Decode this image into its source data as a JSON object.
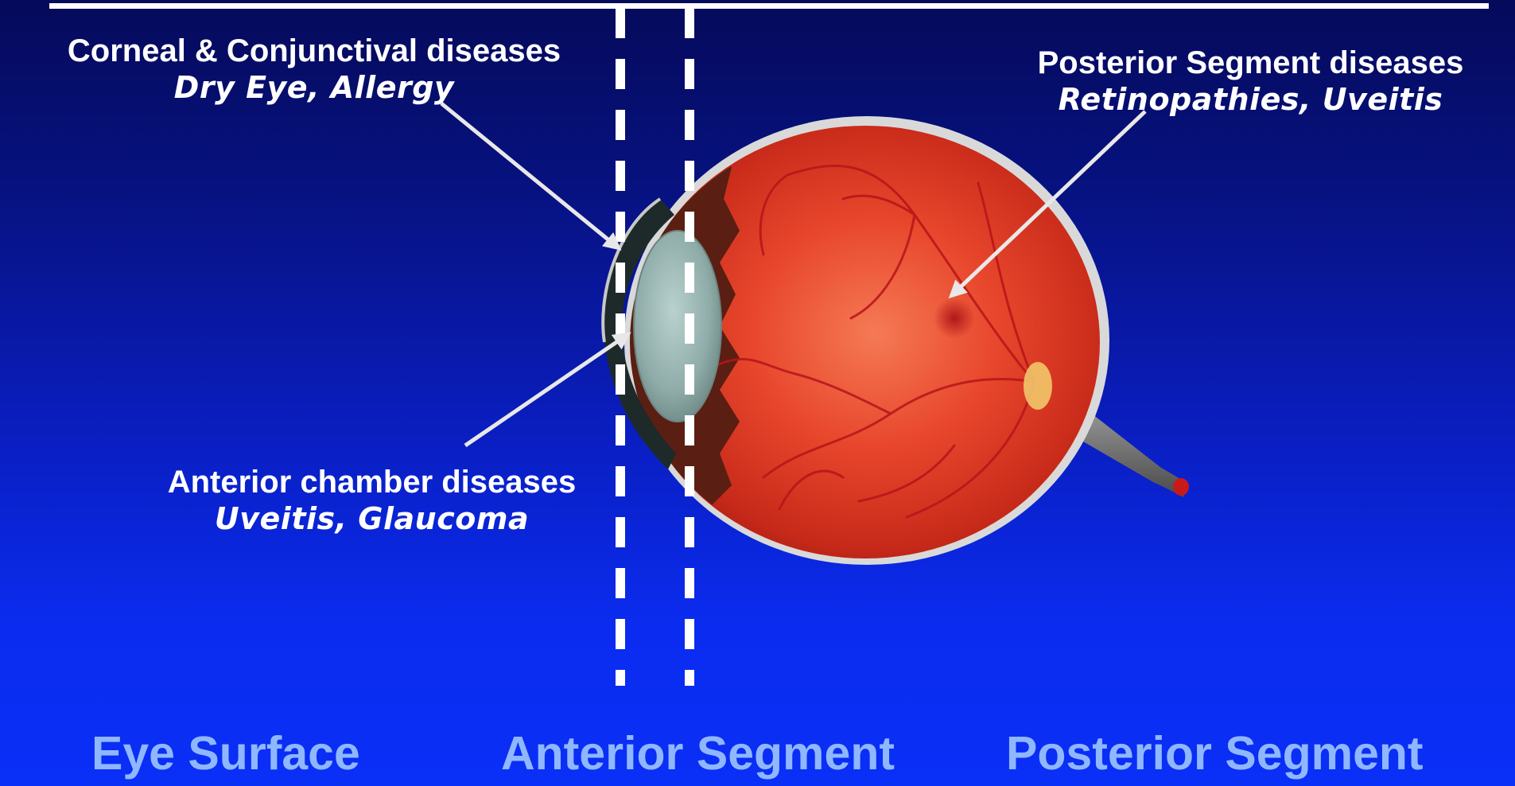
{
  "labels": {
    "corneal": {
      "title": "Corneal & Conjunctival diseases",
      "examples": "Dry Eye, Allergy"
    },
    "posterior": {
      "title": "Posterior Segment diseases",
      "examples": "Retinopathies, Uveitis"
    },
    "anterior_chamber": {
      "title": "Anterior chamber diseases",
      "examples": "Uveitis, Glaucoma"
    }
  },
  "regions": {
    "eye_surface": "Eye Surface",
    "anterior_segment": "Anterior Segment",
    "posterior_segment": "Posterior Segment"
  },
  "colors": {
    "background_top": "#050a5a",
    "background_bottom": "#0a2ff6",
    "region_label": "#8fb7ff",
    "retina": "#e5432e",
    "lens": "#8fb0ad"
  }
}
